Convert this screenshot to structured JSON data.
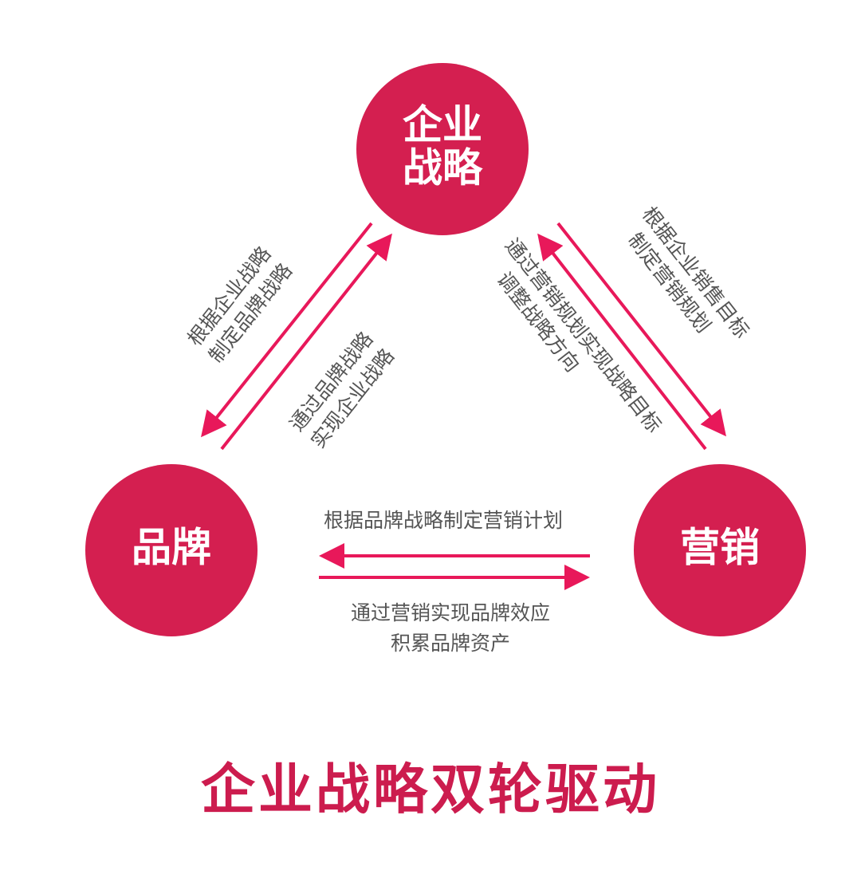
{
  "colors": {
    "node_fill": "#d41f50",
    "arrow": "#e8185a",
    "label_text": "#555555",
    "title": "#cc1c4e"
  },
  "nodes": {
    "strategy": {
      "line1": "企业",
      "line2": "战略"
    },
    "brand": {
      "label": "品牌"
    },
    "marketing": {
      "label": "营销"
    }
  },
  "labels": {
    "strategy_to_brand": {
      "line1": "根据企业战略",
      "line2": "制定品牌战略"
    },
    "brand_to_strategy": {
      "line1": "通过品牌战略",
      "line2": "实现企业战略"
    },
    "marketing_to_strategy": {
      "line1": "通过营销规划实现战略目标",
      "line2": "调整战略方向"
    },
    "strategy_to_marketing": {
      "line1": "根据企业销售目标",
      "line2": "制定营销规划"
    },
    "marketing_to_brand": {
      "line1": "根据品牌战略制定营销计划"
    },
    "brand_to_marketing": {
      "line1": "通过营销实现品牌效应",
      "line2": "积累品牌资产"
    }
  },
  "title": "企业战略双轮驱动"
}
